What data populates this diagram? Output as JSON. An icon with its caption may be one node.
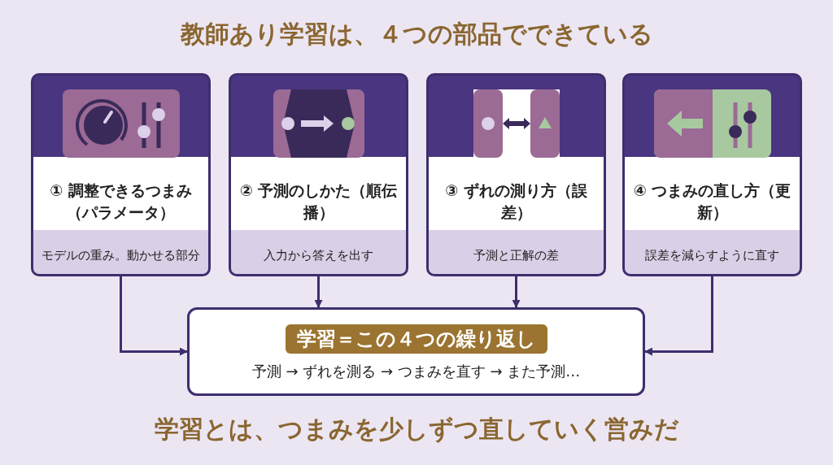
{
  "diagram": {
    "title": "教師あり学習は、４つの部品でできている",
    "caption": "学習とは、つまみを少しずつ直していく営みだ",
    "nodes": [
      {
        "text": [
          "① 調整できるつまみ（パラメータ）",
          "モデルの重み。動かせる部分"
        ]
      },
      {
        "text": [
          "② 予測のしかた（順伝播）",
          "入力から答えを出す"
        ]
      },
      {
        "text": [
          "③ ずれの測り方（誤差）",
          "予測と正解の差"
        ]
      },
      {
        "text": [
          "④ つまみの直し方（更新）",
          "誤差を減らすように直す"
        ]
      },
      {
        "text": [
          "学習＝この４つの繰り返し",
          "予測 → ずれを測る → つまみを直す → また予測…"
        ]
      }
    ],
    "edges": [
      {
        "from": 0,
        "to": 4,
        "arrow": "to"
      },
      {
        "from": 1,
        "to": 4,
        "arrow": "to"
      },
      {
        "from": 2,
        "to": 4,
        "arrow": "to"
      },
      {
        "from": 3,
        "to": 4,
        "arrow": "to"
      }
    ]
  }
}
